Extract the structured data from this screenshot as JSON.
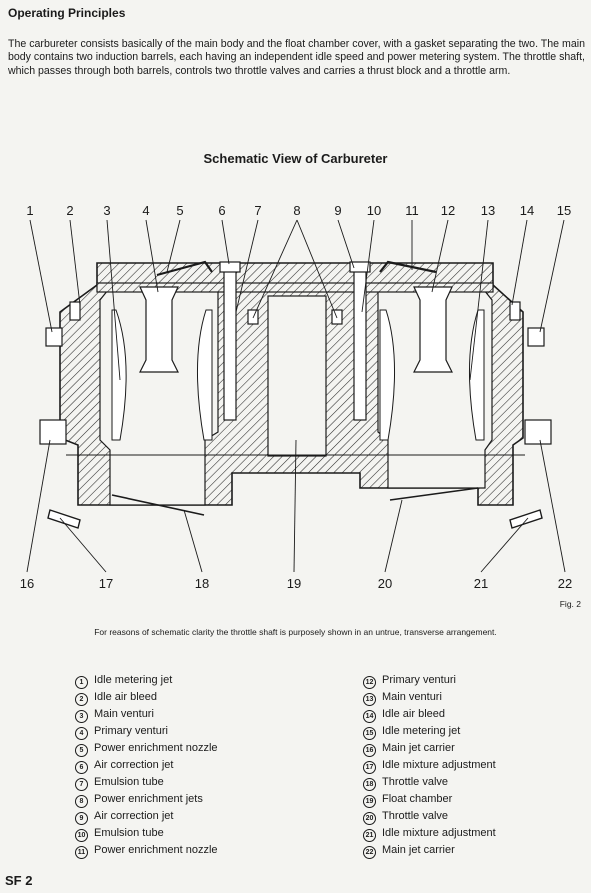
{
  "heading": "Operating Principles",
  "intro": "The carbureter consists basically of the main body and the float chamber cover, with a gasket separating the two. The main body contains two induction barrels, each having an independent idle speed and power metering system. The throttle shaft, which passes through both barrels, controls two throttle valves and carries a thrust block and a throttle arm.",
  "diagram_title": "Schematic View of Carbureter",
  "callouts_top": [
    "1",
    "2",
    "3",
    "4",
    "5",
    "6",
    "7",
    "8",
    "9",
    "10",
    "11",
    "12",
    "13",
    "14",
    "15"
  ],
  "callouts_bottom": [
    "16",
    "17",
    "18",
    "19",
    "20",
    "21",
    "22"
  ],
  "figure_label": "Fig. 2",
  "note": "For reasons of schematic clarity the throttle shaft is purposely shown in an untrue, transverse arrangement.",
  "legend_left": [
    {
      "n": "1",
      "label": "Idle metering jet"
    },
    {
      "n": "2",
      "label": "Idle air bleed"
    },
    {
      "n": "3",
      "label": "Main venturi"
    },
    {
      "n": "4",
      "label": "Primary venturi"
    },
    {
      "n": "5",
      "label": "Power enrichment nozzle"
    },
    {
      "n": "6",
      "label": "Air correction jet"
    },
    {
      "n": "7",
      "label": "Emulsion tube"
    },
    {
      "n": "8",
      "label": "Power enrichment jets"
    },
    {
      "n": "9",
      "label": "Air correction jet"
    },
    {
      "n": "10",
      "label": "Emulsion tube"
    },
    {
      "n": "11",
      "label": "Power enrichment nozzle"
    }
  ],
  "legend_right": [
    {
      "n": "12",
      "label": "Primary venturi"
    },
    {
      "n": "13",
      "label": "Main venturi"
    },
    {
      "n": "14",
      "label": "Idle air bleed"
    },
    {
      "n": "15",
      "label": "Idle metering jet"
    },
    {
      "n": "16",
      "label": "Main jet carrier"
    },
    {
      "n": "17",
      "label": "Idle mixture adjustment"
    },
    {
      "n": "18",
      "label": "Throttle valve"
    },
    {
      "n": "19",
      "label": "Float chamber"
    },
    {
      "n": "20",
      "label": "Throttle valve"
    },
    {
      "n": "21",
      "label": "Idle mixture adjustment"
    },
    {
      "n": "22",
      "label": "Main jet carrier"
    }
  ],
  "page_number": "SF 2"
}
